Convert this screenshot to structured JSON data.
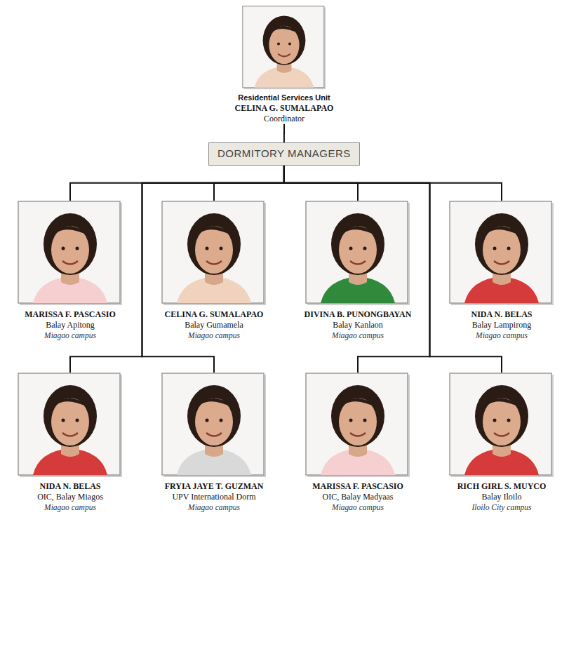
{
  "diagram": {
    "nodes": [
      {
        "text": [
          "Residential Services Unit",
          "CELINA G. SUMALAPAO",
          "Coordinator"
        ]
      },
      {
        "text": [
          "DORMITORY MANAGERS"
        ]
      },
      {
        "text": [
          "MARISSA F. PASCASIO",
          "Balay Apitong",
          "Miagao campus"
        ]
      },
      {
        "text": [
          "CELINA G. SUMALAPAO",
          "Balay Gumamela",
          "Miagao campus"
        ]
      },
      {
        "text": [
          "DIVINA B. PUNONGBAYAN",
          "Balay Kanlaon",
          "Miagao campus"
        ]
      },
      {
        "text": [
          "NIDA N. BELAS",
          "Balay Lampirong",
          "Miagao campus"
        ]
      },
      {
        "text": [
          "NIDA N. BELAS",
          "OIC, Balay Miagos",
          "Miagao campus"
        ]
      },
      {
        "text": [
          "FRYIA JAYE T. GUZMAN",
          "UPV International Dorm",
          "Miagao campus"
        ]
      },
      {
        "text": [
          "MARISSA F. PASCASIO",
          "OIC, Balay Madyaas",
          "Miagao campus"
        ]
      },
      {
        "text": [
          "RICH GIRL S. MUYCO",
          "Balay Iloilo",
          "Iloilo City campus"
        ]
      }
    ],
    "edges": [
      {
        "from": 0,
        "to": 1,
        "arrow": "none"
      },
      {
        "from": 1,
        "to": 2,
        "arrow": "none"
      },
      {
        "from": 1,
        "to": 3,
        "arrow": "none"
      },
      {
        "from": 1,
        "to": 4,
        "arrow": "none"
      },
      {
        "from": 1,
        "to": 5,
        "arrow": "none"
      },
      {
        "from": 1,
        "to": 6,
        "arrow": "none"
      },
      {
        "from": 1,
        "to": 7,
        "arrow": "none"
      },
      {
        "from": 1,
        "to": 8,
        "arrow": "none"
      },
      {
        "from": 1,
        "to": 9,
        "arrow": "none"
      }
    ]
  }
}
